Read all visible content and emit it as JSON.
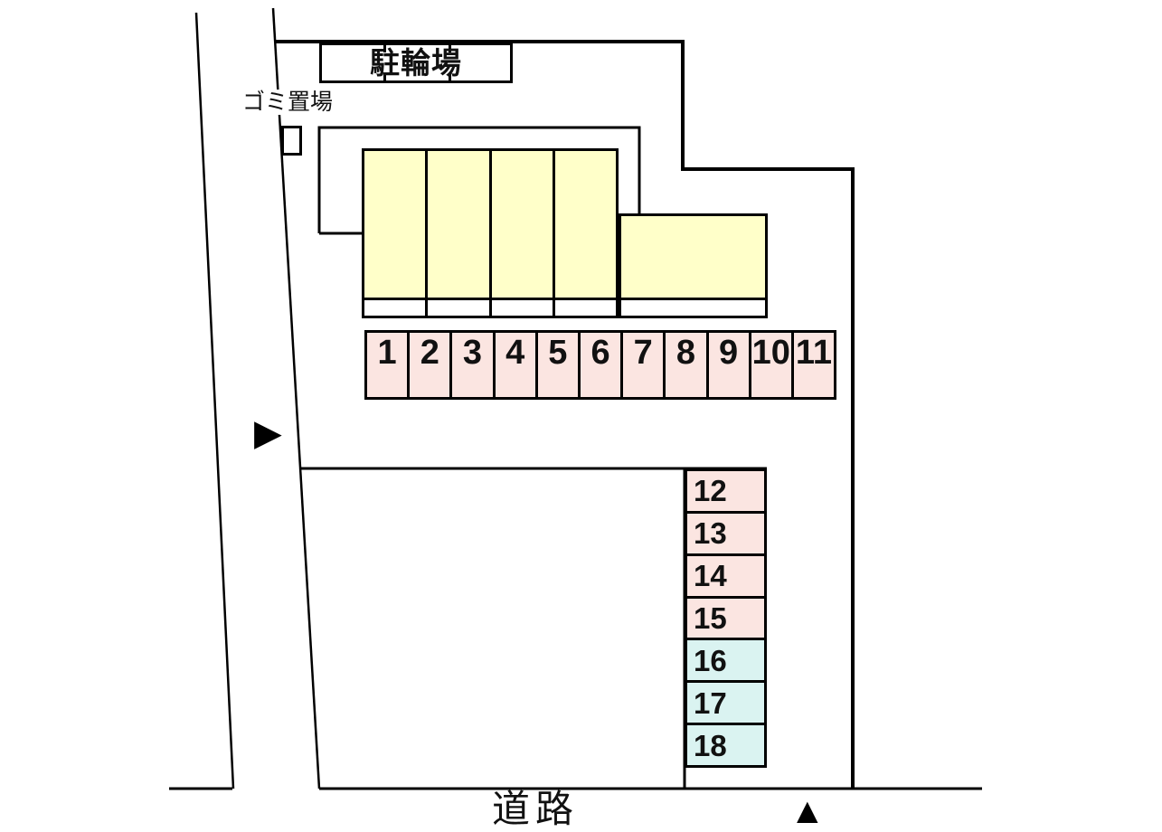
{
  "labels": {
    "bicycle_parking": "駐輪場",
    "garbage_area": "ゴミ置場",
    "road": "道路"
  },
  "markers": {
    "road_arrow_right": "▶",
    "road_arrow_up": "▲"
  },
  "parking": {
    "row_top": {
      "spaces": [
        "1",
        "2",
        "3",
        "4",
        "5",
        "6",
        "7",
        "8",
        "9",
        "10",
        "11"
      ],
      "fill": "#fbe5e1"
    },
    "column_right": {
      "spaces": [
        {
          "label": "12",
          "fill": "#fbe5e1"
        },
        {
          "label": "13",
          "fill": "#fbe5e1"
        },
        {
          "label": "14",
          "fill": "#fbe5e1"
        },
        {
          "label": "15",
          "fill": "#fbe5e1"
        },
        {
          "label": "16",
          "fill": "#daf3f1"
        },
        {
          "label": "17",
          "fill": "#daf3f1"
        },
        {
          "label": "18",
          "fill": "#daf3f1"
        }
      ]
    }
  },
  "building": {
    "units_fill": "#ffffc9"
  },
  "colors": {
    "line": "#000000",
    "background": "#ffffff",
    "space_pink": "#fbe5e1",
    "space_cyan": "#daf3f1",
    "building_yellow": "#ffffc9"
  }
}
